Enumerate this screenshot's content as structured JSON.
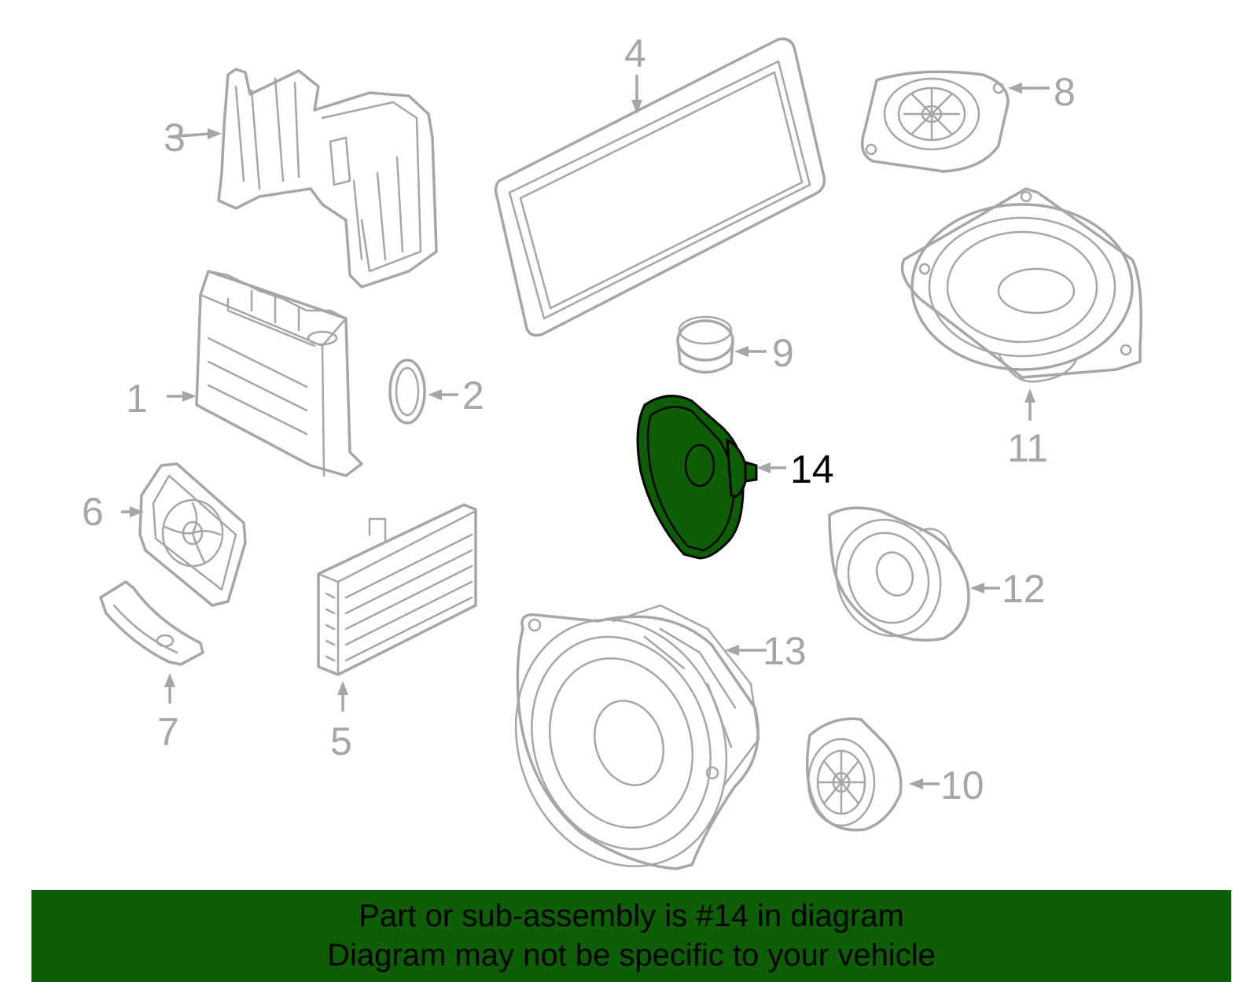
{
  "diagram": {
    "callouts": [
      "1",
      "2",
      "3",
      "4",
      "5",
      "6",
      "7",
      "8",
      "9",
      "10",
      "11",
      "12",
      "13",
      "14"
    ],
    "highlighted_part": "14",
    "colors": {
      "part_outline": "#a6a6a6",
      "highlight": "#0d5e05",
      "banner": "#0d5e05"
    }
  },
  "banner": {
    "line1": "Part or sub-assembly is #14 in diagram",
    "line2": "Diagram may not be specific to your vehicle"
  }
}
